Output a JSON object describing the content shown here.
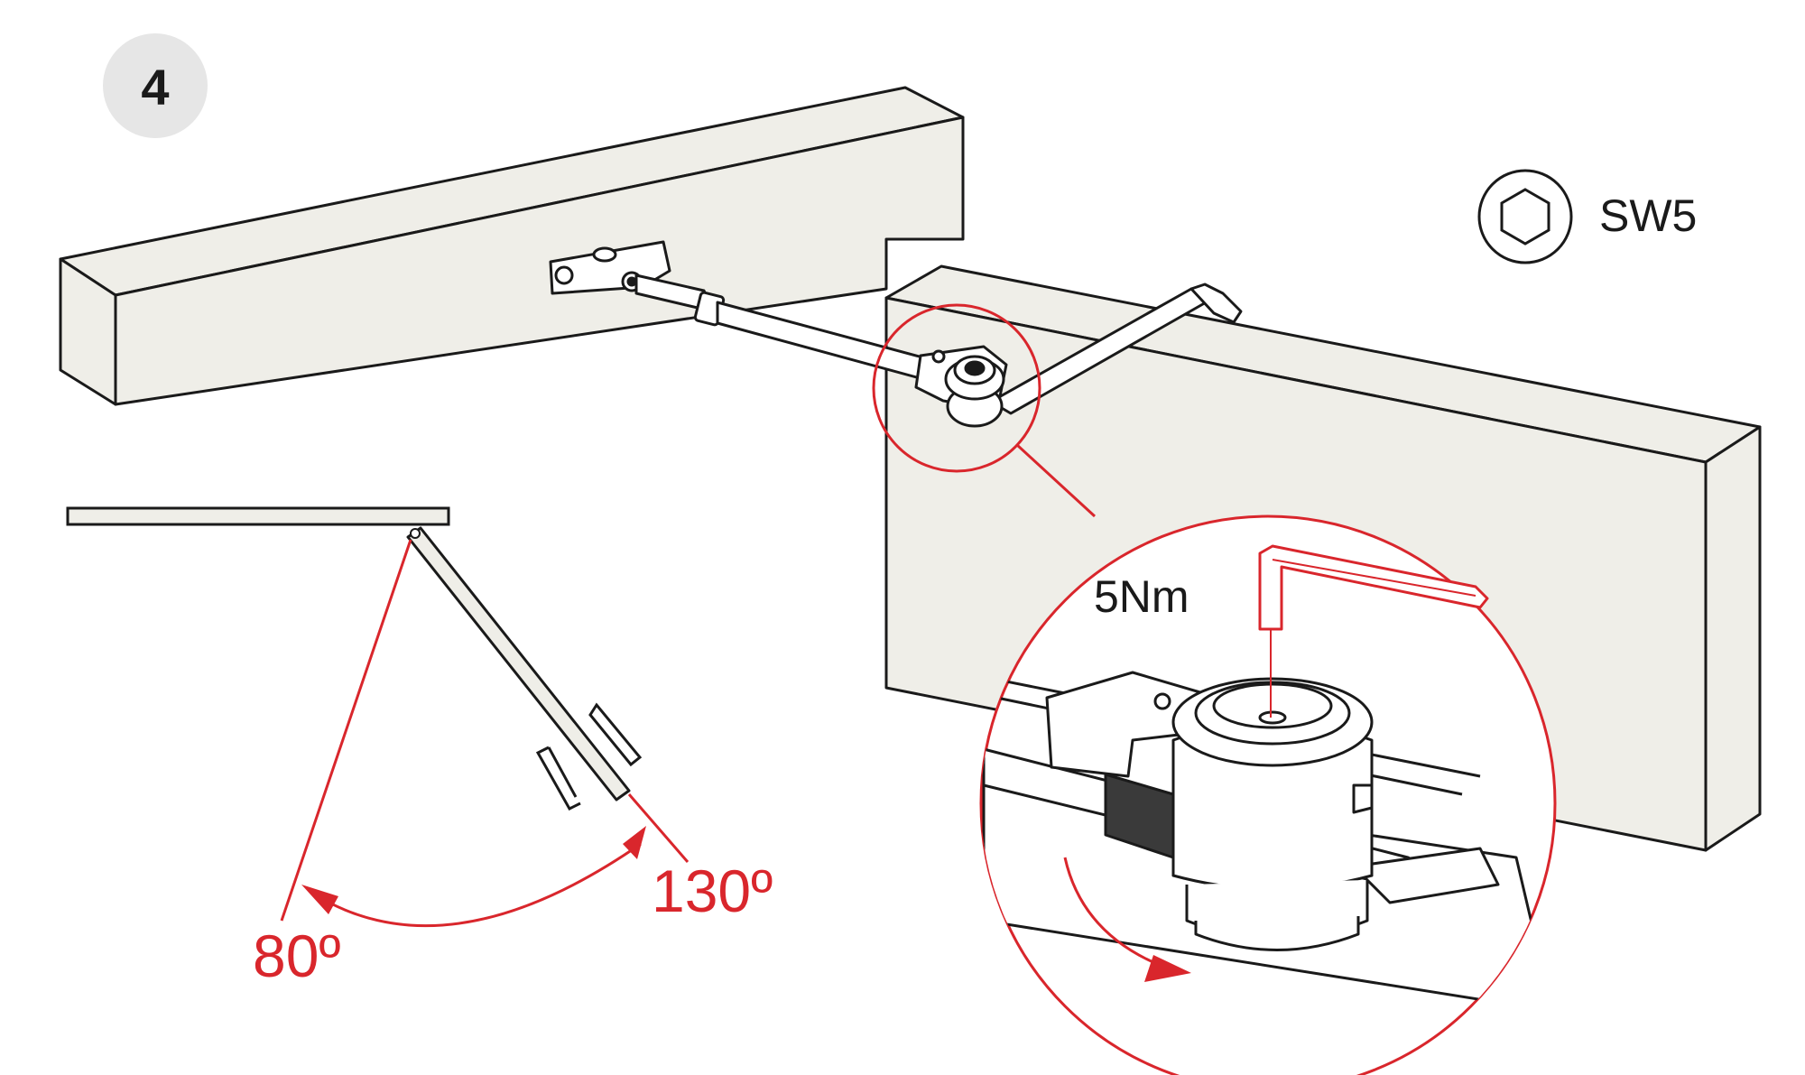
{
  "step": {
    "number": "4"
  },
  "tool": {
    "label": "SW5",
    "icon": "hex-key-icon"
  },
  "torque": {
    "label": "5Nm"
  },
  "angles": {
    "min": "80º",
    "max": "130º"
  },
  "colors": {
    "accent": "#d9262c",
    "wall": "#efeee8",
    "stroke": "#1a1a1a",
    "badge": "#e6e6e6"
  }
}
